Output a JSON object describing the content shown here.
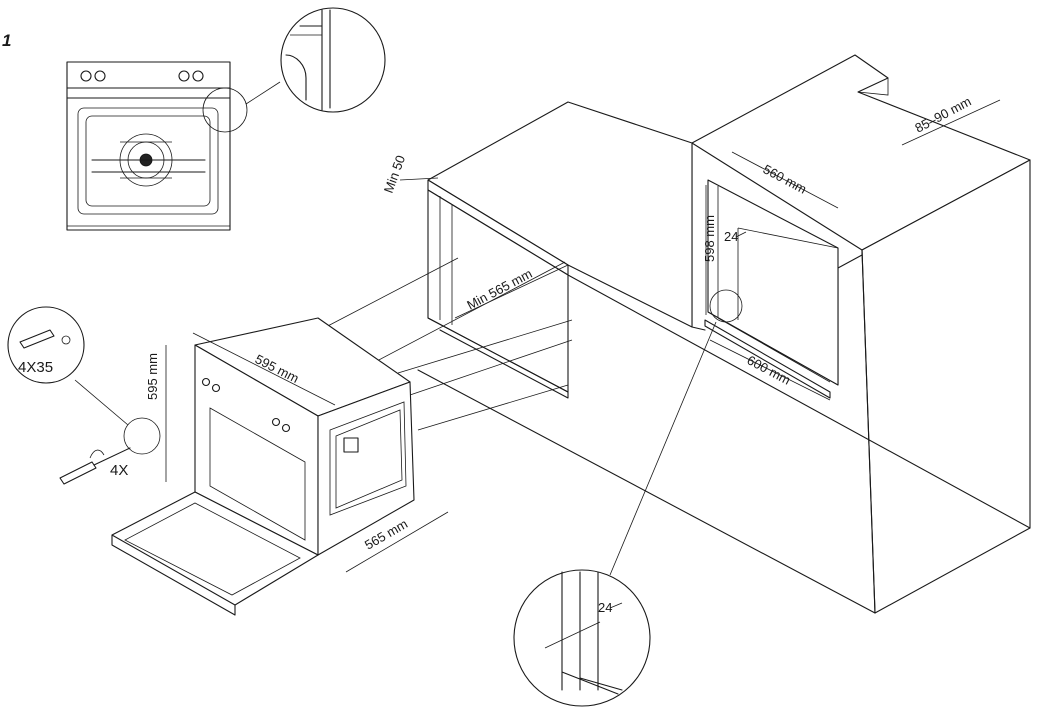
{
  "figure_label": "1",
  "dimensions": {
    "oven_width": "595 mm",
    "oven_height": "595 mm",
    "oven_depth": "565 mm",
    "min_top_gap": "Min 50",
    "niche_depth_min": "Min 565 mm",
    "column_depth": "560 mm",
    "column_height": "598 mm",
    "column_width": "600 mm",
    "back_gap": "85–90 mm",
    "side_gap": "24",
    "detail_gap": "24"
  },
  "fixing": {
    "screw_size": "4X35",
    "screw_count": "4X"
  }
}
